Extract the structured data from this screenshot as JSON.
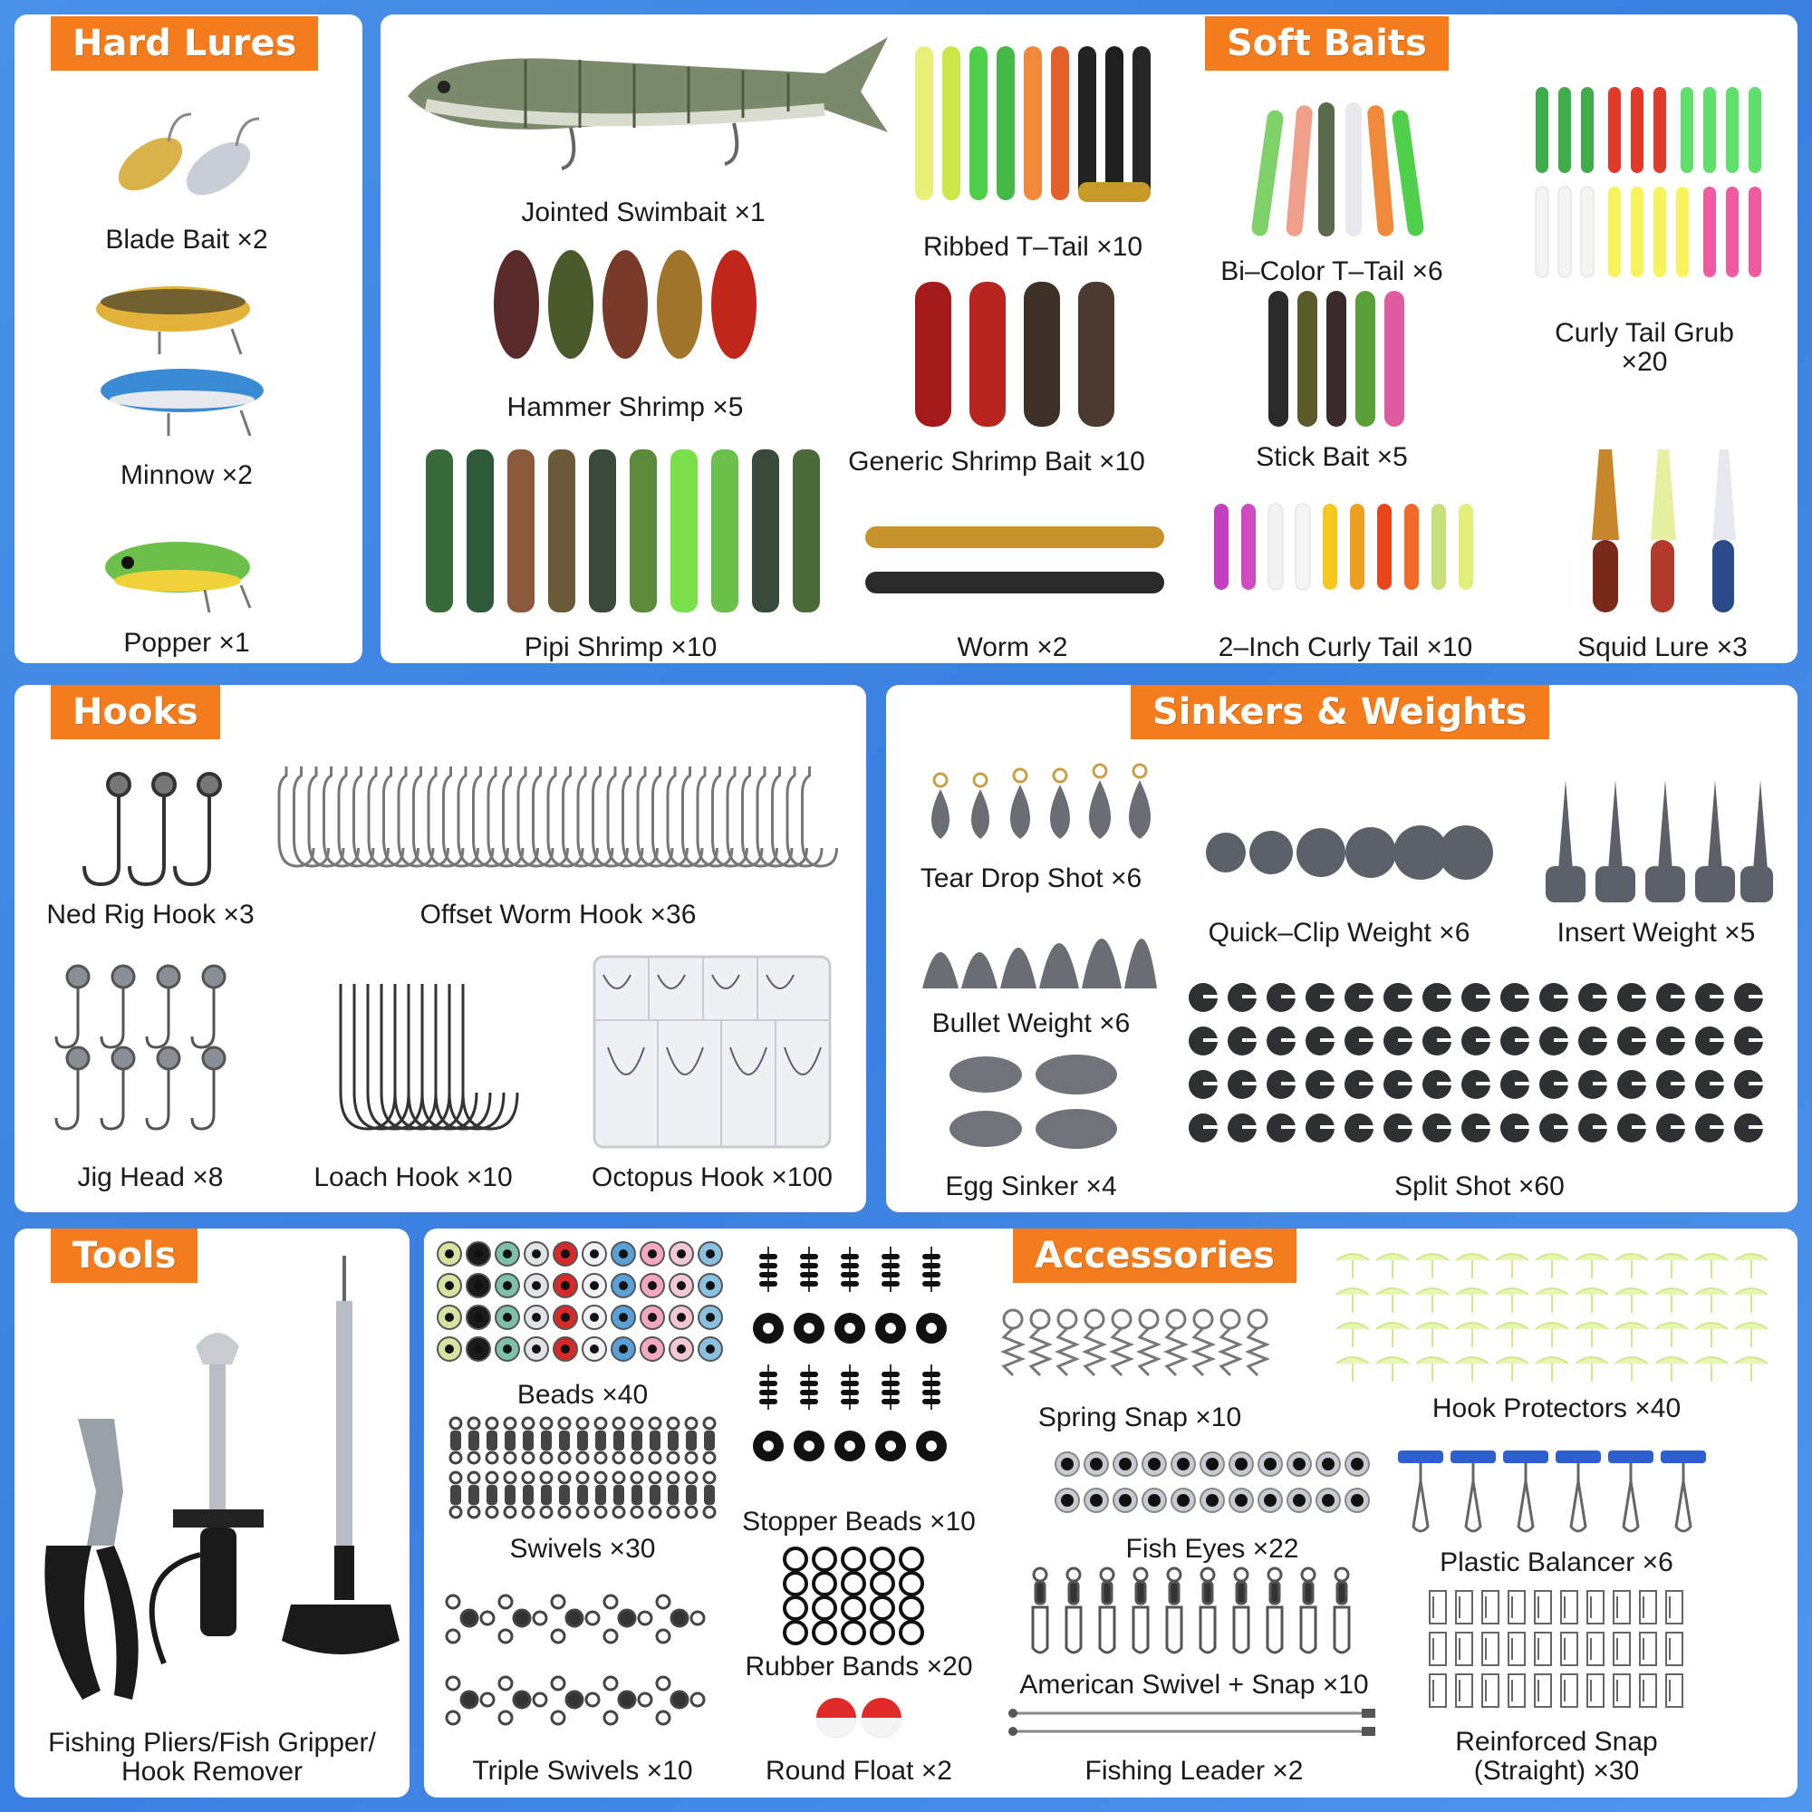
{
  "sections": {
    "hard_lures": "Hard Lures",
    "soft_baits": "Soft Baits",
    "hooks": "Hooks",
    "sinkers": "Sinkers & Weights",
    "tools": "Tools",
    "accessories": "Accessories"
  },
  "hard_lures": {
    "blade_bait": "Blade Bait ×2",
    "minnow": "Minnow ×2",
    "popper": "Popper ×1"
  },
  "soft_baits": {
    "jointed_swimbait": "Jointed Swimbait ×1",
    "ribbed_t_tail": "Ribbed T–Tail ×10",
    "bi_color_t_tail": "Bi–Color T–Tail ×6",
    "curly_tail_grub_1": "Curly Tail Grub",
    "curly_tail_grub_2": "×20",
    "hammer_shrimp": "Hammer Shrimp ×5",
    "generic_shrimp": "Generic Shrimp Bait ×10",
    "stick_bait": "Stick Bait ×5",
    "pipi_shrimp": "Pipi Shrimp ×10",
    "worm": "Worm ×2",
    "curly_tail_2inch": "2–Inch Curly Tail ×10",
    "squid_lure": "Squid Lure ×3"
  },
  "hooks": {
    "ned_rig": "Ned Rig Hook ×3",
    "offset_worm": "Offset Worm Hook ×36",
    "jig_head": "Jig Head ×8",
    "loach": "Loach Hook ×10",
    "octopus": "Octopus Hook ×100"
  },
  "sinkers": {
    "tear_drop": "Tear Drop Shot ×6",
    "quick_clip": "Quick–Clip Weight ×6",
    "insert": "Insert Weight ×5",
    "bullet": "Bullet Weight ×6",
    "egg": "Egg Sinker ×4",
    "split_shot": "Split Shot ×60"
  },
  "tools": {
    "label_1": "Fishing Pliers/Fish Gripper/",
    "label_2": "Hook Remover"
  },
  "accessories": {
    "beads": "Beads ×40",
    "stopper_beads": "Stopper Beads ×10",
    "spring_snap": "Spring Snap ×10",
    "hook_protectors": "Hook Protectors ×40",
    "swivels": "Swivels ×30",
    "fish_eyes": "Fish Eyes ×22",
    "plastic_balancer": "Plastic Balancer ×6",
    "rubber_bands": "Rubber Bands ×20",
    "american_swivel": "American Swivel + Snap ×10",
    "triple_swivels": "Triple Swivels ×10",
    "round_float": "Round Float ×2",
    "fishing_leader": "Fishing Leader ×2",
    "reinforced_snap_1": "Reinforced Snap",
    "reinforced_snap_2": "(Straight) ×30"
  },
  "colors": {
    "background": "#3b7fe0",
    "panel": "#ffffff",
    "title_badge": "#f47c1c",
    "title_text": "#ffffff",
    "label_text": "#1a1a1a"
  }
}
